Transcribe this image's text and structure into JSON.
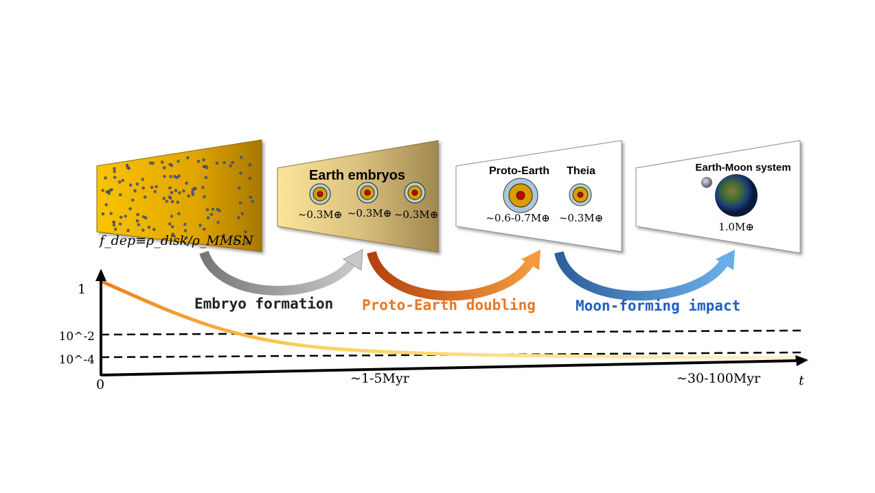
{
  "panels": {
    "disk": {},
    "embryos": {
      "title": "Earth embryos",
      "masses": [
        "~0.3M⊕",
        "~0.3M⊕",
        "~0.3M⊕"
      ]
    },
    "proto_earth": {
      "title1": "Proto-Earth",
      "title2": "Theia",
      "mass1": "~0.6-0.7M⊕",
      "mass2": "~0.3M⊕"
    },
    "earth_moon": {
      "title": "Earth-Moon system",
      "mass": "1.0M⊕"
    }
  },
  "stages": [
    {
      "label": "Embryo formation",
      "color": "#222222"
    },
    {
      "label": "Proto-Earth doubling",
      "color": "#e87722"
    },
    {
      "label": "Moon-forming impact",
      "color": "#1f5fbf"
    }
  ],
  "axes": {
    "y_label": "f_dep≡ρ_disk/ρ_MMSN",
    "y_ticks": [
      "1",
      "10^-2",
      "10^-4"
    ],
    "x_ticks": [
      "0",
      "~1-5Myr",
      "~30-100Myr"
    ],
    "x_label": "t"
  },
  "colors": {
    "disk": "#f5b800",
    "curve_start": "#ef7d18",
    "curve_end": "#fbe9b0"
  }
}
